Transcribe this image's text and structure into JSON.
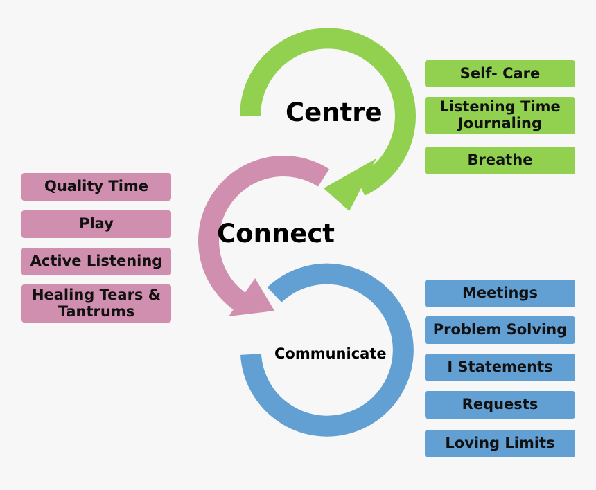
{
  "cycle": {
    "centre": {
      "title": "Centre",
      "color": "#92d050",
      "items": [
        "Self- Care",
        "Listening Time Journaling",
        "Breathe"
      ]
    },
    "connect": {
      "title": "Connect",
      "color": "#d08fae",
      "items": [
        "Quality Time",
        "Play",
        "Active Listening",
        "Healing Tears & Tantrums"
      ]
    },
    "communicate": {
      "title": "Communicate",
      "color": "#629fd3",
      "items": [
        "Meetings",
        "Problem Solving",
        "I Statements",
        "Requests",
        "Loving Limits"
      ]
    }
  }
}
